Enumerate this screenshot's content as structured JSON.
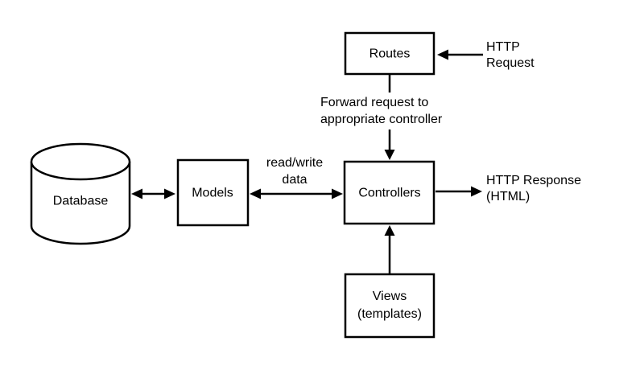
{
  "diagram": {
    "nodes": {
      "database": {
        "label": "Database",
        "shape": "cylinder"
      },
      "models": {
        "label": "Models",
        "shape": "rect"
      },
      "controllers": {
        "label": "Controllers",
        "shape": "rect"
      },
      "routes": {
        "label": "Routes",
        "shape": "rect"
      },
      "views": {
        "label_line1": "Views",
        "label_line2": "(templates)",
        "shape": "rect"
      }
    },
    "annotations": {
      "http_request": {
        "line1": "HTTP",
        "line2": "Request"
      },
      "forward_request": {
        "line1": "Forward request to",
        "line2": "appropriate controller"
      },
      "read_write": {
        "line1": "read/write",
        "line2": "data"
      },
      "http_response": {
        "line1": "HTTP Response",
        "line2": "(HTML)"
      }
    },
    "edges": [
      {
        "from": "HTTP Request",
        "to": "Routes",
        "type": "arrow"
      },
      {
        "from": "Routes",
        "to": "Controllers",
        "type": "arrow",
        "label": "Forward request to appropriate controller"
      },
      {
        "from": "Database",
        "to": "Models",
        "type": "double-arrow"
      },
      {
        "from": "Models",
        "to": "Controllers",
        "type": "double-arrow",
        "label": "read/write data"
      },
      {
        "from": "Controllers",
        "to": "HTTP Response (HTML)",
        "type": "arrow"
      },
      {
        "from": "Views (templates)",
        "to": "Controllers",
        "type": "arrow"
      }
    ],
    "colors": {
      "stroke": "#000000",
      "fill": "#ffffff",
      "text": "#000000",
      "background": "#ffffff"
    }
  }
}
